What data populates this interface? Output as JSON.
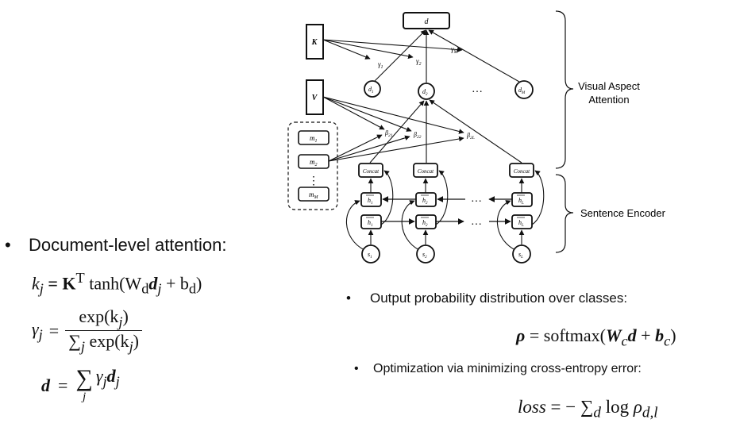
{
  "diagram": {
    "d_top": "d",
    "K": "K",
    "V": "V",
    "gamma1": "γ",
    "gamma1_sub": "1",
    "gamma2": "γ",
    "gamma2_sub": "2",
    "gammaM": "γ",
    "gammaM_sub": "M",
    "d1": "d",
    "d1_sub": "1",
    "d2": "d",
    "d2_sub": "2",
    "dM": "d",
    "dM_sub": "M",
    "dots_top": "…",
    "beta21": "β",
    "beta21_sub": "21",
    "beta22": "β",
    "beta22_sub": "22",
    "beta2L": "β",
    "beta2L_sub": "2L",
    "m1": "m",
    "m1_sub": "1",
    "m2": "m",
    "m2_sub": "2",
    "mM": "m",
    "mM_sub": "M",
    "vdots": "⋮",
    "concat1": "Concat",
    "concat2": "Concat",
    "concatL": "Concat",
    "h1b": "h",
    "h1b_sub": "1",
    "h2b": "h",
    "h2b_sub": "2",
    "hLb": "h",
    "hLb_sub": "L",
    "h1f": "h",
    "h1f_sub": "1",
    "h2f": "h",
    "h2f_sub": "2",
    "hLf": "h",
    "hLf_sub": "L",
    "dots_mid1": "…",
    "dots_mid2": "…",
    "s1": "s",
    "s1_sub": "1",
    "s2": "s",
    "s2_sub": "2",
    "sL": "s",
    "sL_sub": "L",
    "brace_label_top_line1": "Visual Aspect",
    "brace_label_top_line2": "Attention",
    "brace_label_bottom": "Sentence Encoder"
  },
  "left": {
    "bullet": "•",
    "heading": "Document-level attention:",
    "eq1_lhs": "k",
    "eq1_lhs_sub": "j",
    "eq1_rhs": "= K",
    "eq1_sup": "T",
    "eq1_tanh": " tanh(W",
    "eq1_sub_d": "d",
    "eq1_d": "d",
    "eq1_sub_j": "j",
    "eq1_tail": " + b",
    "eq1_tail_sub": "d",
    "eq1_close": ")",
    "eq2_lhs": "γ",
    "eq2_lhs_sub": "j",
    "eq2_eq": "=",
    "eq2_num": "exp(k",
    "eq2_num_sub": "j",
    "eq2_num_close": ")",
    "eq2_den_sum": "∑",
    "eq2_den_sum_sub": "j",
    "eq2_den": " exp(k",
    "eq2_den_sub": "j",
    "eq2_den_close": ")",
    "eq3_lhs": "d",
    "eq3_eq": "=",
    "eq3_sum": "∑",
    "eq3_sum_sub": "j",
    "eq3_gamma": "γ",
    "eq3_gamma_sub": "j",
    "eq3_d": "d",
    "eq3_d_sub": "j"
  },
  "right": {
    "bullet1": "•",
    "text1": "Output probability distribution over classes:",
    "eq1_rho": "ρ",
    "eq1_eq": " = softmax(",
    "eq1_W": "W",
    "eq1_W_sub": "c",
    "eq1_d": "d",
    "eq1_plus": " + ",
    "eq1_b": "b",
    "eq1_b_sub": "c",
    "eq1_close": ")",
    "bullet2": "•",
    "text2": "Optimization via minimizing cross-entropy error:",
    "eq2_loss": "loss",
    "eq2_eq": " = − ",
    "eq2_sum": "∑",
    "eq2_sum_sub": "d",
    "eq2_log": " log ",
    "eq2_rho": "ρ",
    "eq2_rho_sub": "d,l"
  }
}
